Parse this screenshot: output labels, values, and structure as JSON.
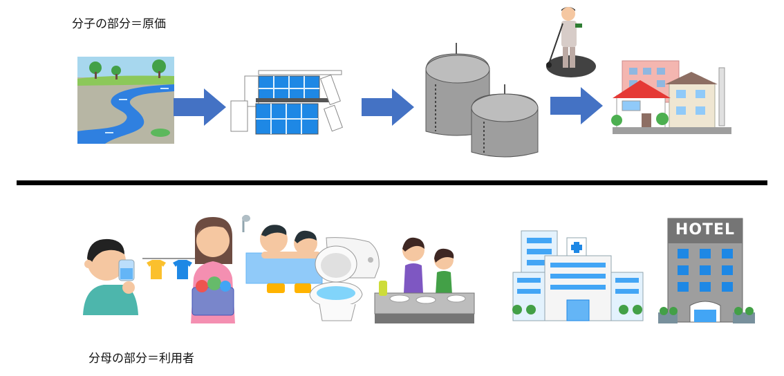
{
  "top_label": "分子の部分＝原価",
  "bottom_label": "分母の部分＝利用者",
  "hotel_sign": "HOTEL",
  "top_flow": [
    "river-illustration",
    "water-treatment-illustration",
    "water-tank-illustration",
    "inspector-illustration",
    "houses-illustration"
  ],
  "bottom_row": [
    "drinking-water-illustration",
    "laundry-illustration",
    "bath-illustration",
    "toilet-illustration",
    "dish-washing-illustration",
    "hospital-illustration",
    "hotel-illustration"
  ],
  "colors": {
    "arrow": "#4472c4",
    "water": "#2f80e0",
    "divider": "#000000"
  }
}
